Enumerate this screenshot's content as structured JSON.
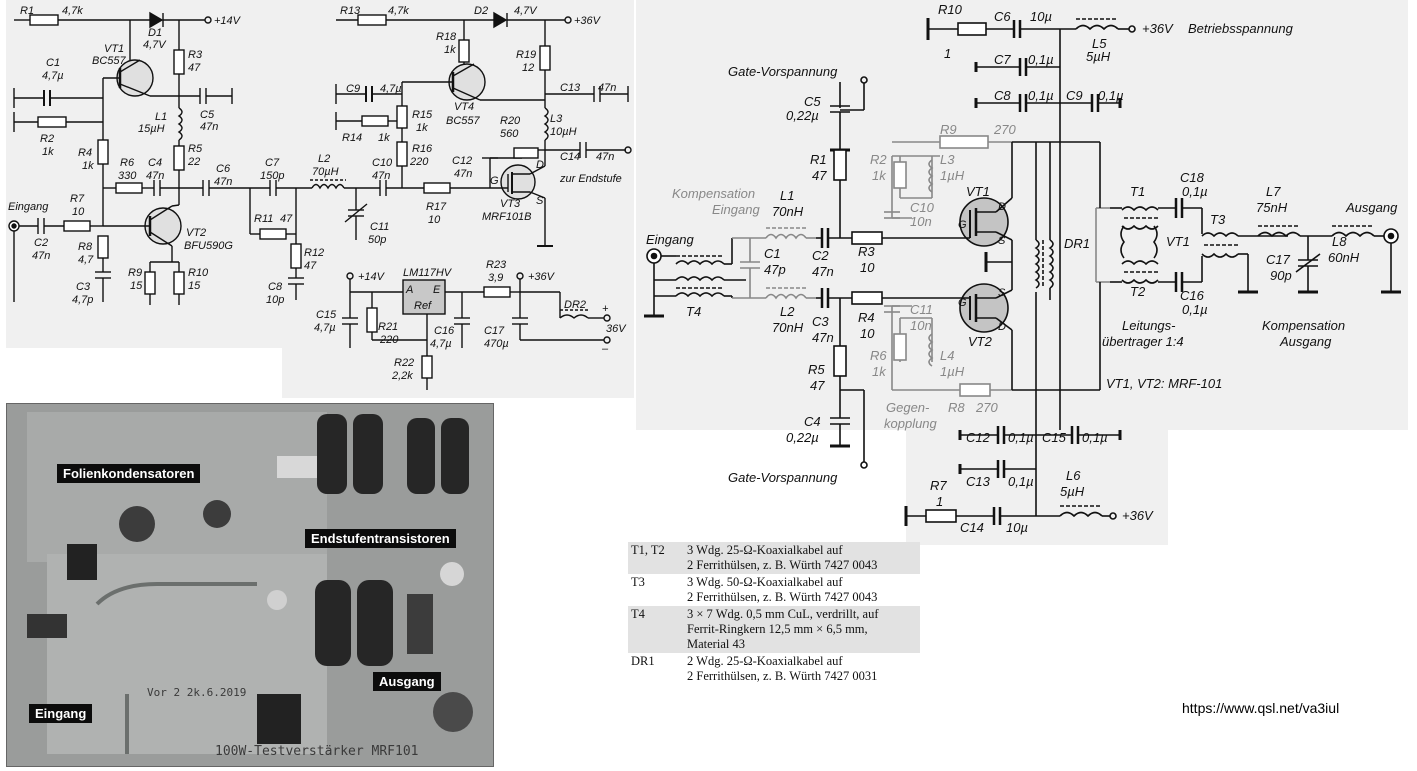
{
  "left_schematic": {
    "labels": {
      "r1": "R1",
      "r1v": "4,7k",
      "d1": "D1",
      "d1v": "4,7V",
      "v14": "+14V",
      "vt1": "VT1",
      "vt1t": "BC557",
      "r3": "R3",
      "r3v": "47",
      "c1": "C1",
      "c1v": "4,7µ",
      "l1": "L1",
      "l1v": "15µH",
      "c5": "C5",
      "c5v": "47n",
      "r2": "R2",
      "r2v": "1k",
      "r4": "R4",
      "r4v": "1k",
      "r5": "R5",
      "r5v": "22",
      "r6": "R6",
      "r6v": "330",
      "c4": "C4",
      "c4v": "47n",
      "c6": "C6",
      "c6v": "47n",
      "c7": "C7",
      "c7v": "150p",
      "l2": "L2",
      "l2v": "70µH",
      "c10": "C10",
      "c10v": "47n",
      "r17": "R17",
      "r17v": "10",
      "eingang": "Eingang",
      "c2": "C2",
      "c2v": "47n",
      "r7": "R7",
      "r7v": "10",
      "vt2": "VT2",
      "vt2t": "BFU590G",
      "r8": "R8",
      "r8v": "4,7",
      "c3": "C3",
      "c3v": "4,7p",
      "r9": "R9",
      "r9v": "15",
      "r10": "R10",
      "r10v": "15",
      "r11": "R11",
      "r11v": "47",
      "r12": "R12",
      "r12v": "47",
      "c8": "C8",
      "c8v": "10p",
      "c11": "C11",
      "c11v": "50p",
      "r13": "R13",
      "r13v": "4,7k",
      "d2": "D2",
      "d2v": "4,7V",
      "v36": "+36V",
      "r18": "R18",
      "r18v": "1k",
      "r19": "R19",
      "r19v": "12",
      "c9": "C9",
      "c9v": "4,7µ",
      "vt4": "VT4",
      "vt4t": "BC557",
      "c13": "C13",
      "c13v": "47n",
      "r14": "R14",
      "r14v": "1k",
      "r15": "R15",
      "r15v": "1k",
      "l3": "L3",
      "l3v": "10µH",
      "r20": "R20",
      "r20v": "560",
      "r16": "R16",
      "r16v": "220",
      "c12": "C12",
      "c12v": "47n",
      "c14": "C14",
      "c14v": "47n",
      "endstufe": "zur Endstufe",
      "vt3": "VT3",
      "vt3t": "MRF101B",
      "g": "G",
      "d": "D",
      "s": "S",
      "lm": "LM117HV",
      "ref": "Ref",
      "a": "A",
      "e": "E",
      "r23": "R23",
      "r23v": "3,9",
      "c15": "C15",
      "c15v": "4,7µ",
      "r21": "R21",
      "r21v": "220",
      "c16": "C16",
      "c16v": "4,7µ",
      "c17": "C17",
      "c17v": "470µ",
      "r22": "R22",
      "r22v": "2,2k",
      "dr2": "DR2",
      "v36b": "36V",
      "plus": "+",
      "minus": "–"
    }
  },
  "right_schematic": {
    "labels": {
      "r10": "R10",
      "r10v": "1",
      "c6": "C6",
      "c6v": "10µ",
      "l5": "L5",
      "l5v": "5µH",
      "v36": "+36V",
      "betrieb": "Betriebsspannung",
      "c7": "C7",
      "c7v": "0,1µ",
      "c8": "C8",
      "c8v": "0,1µ",
      "c9": "C9",
      "c9v": "0,1µ",
      "gate": "Gate-Vorspannung",
      "c5": "C5",
      "c5v": "0,22µ",
      "r1": "R1",
      "r1v": "47",
      "r2": "R2",
      "r2v": "1k",
      "l3": "L3",
      "l3v": "1µH",
      "r9": "R9",
      "r9v": "270",
      "c10": "C10",
      "c10v": "10n",
      "vt1": "VT1",
      "komp1": "Kompensation",
      "komp2": "Eingang",
      "l1": "L1",
      "l1v": "70nH",
      "c1": "C1",
      "c1v": "47p",
      "c2": "C2",
      "c2v": "47n",
      "r3": "R3",
      "r3v": "10",
      "eingang": "Eingang",
      "t4": "T4",
      "l2": "L2",
      "l2v": "70nH",
      "c3": "C3",
      "c3v": "47n",
      "r4": "R4",
      "r4v": "10",
      "c11": "C11",
      "c11v": "10n",
      "vt2": "VT2",
      "r5": "R5",
      "r5v": "47",
      "r6": "R6",
      "r6v": "1k",
      "l4": "L4",
      "l4v": "1µH",
      "c4": "C4",
      "c4v": "0,22µ",
      "gegen1": "Gegen-",
      "gegen2": "kopplung",
      "r8": "R8",
      "r8v": "270",
      "dr1": "DR1",
      "t1": "T1",
      "t2": "T2",
      "t3": "T3",
      "c18": "C18",
      "c18v": "0,1µ",
      "c16": "C16",
      "c16v": "0,1µ",
      "vt1b": "VT1",
      "l7": "L7",
      "l7v": "75nH",
      "c17": "C17",
      "c17v": "90p",
      "l8": "L8",
      "l8v": "60nH",
      "ausgang": "Ausgang",
      "leit1": "Leitungs-",
      "leit2": "übertrager 1:4",
      "kompA1": "Kompensation",
      "kompA2": "Ausgang",
      "vtnote": "VT1, VT2: MRF-101",
      "c12": "C12",
      "c12v": "0,1µ",
      "c15": "C15",
      "c15v": "0,1µ",
      "c13": "C13",
      "c13v": "0,1µ",
      "r7": "R7",
      "r7v": "1",
      "l6": "L6",
      "l6v": "5µH",
      "c14": "C14",
      "c14v": "10µ",
      "v36b": "+36V",
      "g": "G",
      "d": "D",
      "s": "S"
    }
  },
  "photo": {
    "labels": {
      "folien": "Folienkondensatoren",
      "endstufe": "Endstufentransistoren",
      "ausgang": "Ausgang",
      "eingang": "Eingang"
    },
    "board_text": "100W-Testverstärker MRF101",
    "board_sig": "Vor 2 2k.6.2019"
  },
  "parts_table": [
    {
      "key": "T1, T2",
      "lines": [
        "3 Wdg. 25-Ω-Koaxialkabel auf",
        "2 Ferrithülsen, z. B. Würth 7427 0043"
      ]
    },
    {
      "key": "T3",
      "lines": [
        "3 Wdg. 50-Ω-Koaxialkabel auf",
        "2 Ferrithülsen, z. B. Würth 7427 0043"
      ]
    },
    {
      "key": "T4",
      "lines": [
        "3 × 7 Wdg. 0,5 mm CuL, verdrillt, auf",
        "Ferrit-Ringkern 12,5 mm × 6,5 mm,",
        "Material 43"
      ]
    },
    {
      "key": "DR1",
      "lines": [
        "2 Wdg. 25-Ω-Koaxialkabel auf",
        "2 Ferrithülsen, z. B. Würth 7427 0031"
      ]
    }
  ],
  "url": "https://www.qsl.net/va3iul"
}
